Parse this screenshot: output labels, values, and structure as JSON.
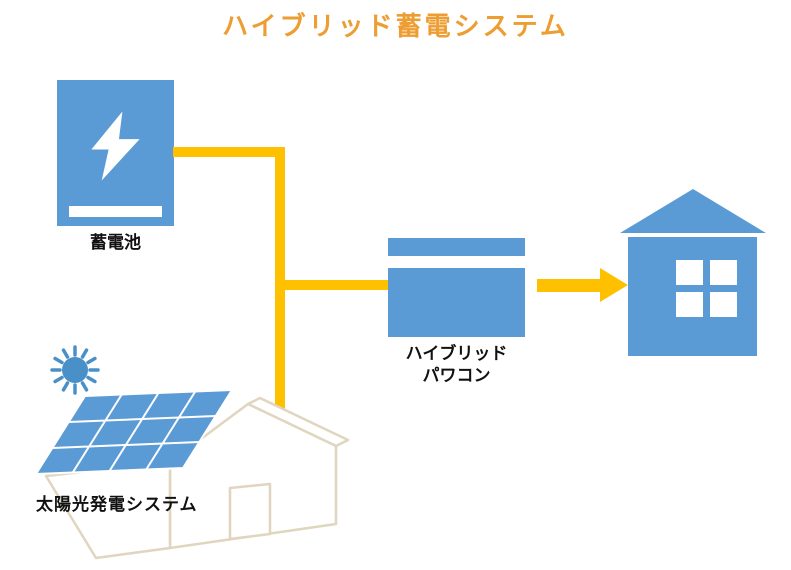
{
  "title": {
    "text": "ハイブリッド蓄電システム"
  },
  "diagram": {
    "battery": {
      "label": "蓄電池",
      "icon": "lightning-bolt"
    },
    "solar_system": {
      "label": "太陽光発電システム",
      "icons": [
        "sun",
        "solar-panel",
        "house-wireframe"
      ]
    },
    "power_conditioner": {
      "label_line1": "ハイブリッド",
      "label_line2": "パワコン"
    },
    "house": {
      "icon": "house"
    },
    "flow": {
      "connectors": [
        "battery-to-bus",
        "bus-vertical",
        "solar-to-bus",
        "bus-to-power-conditioner",
        "power-conditioner-to-house-arrow"
      ]
    }
  },
  "colors": {
    "title_orange": "#ED9D31",
    "device_blue": "#5B9BD5",
    "connector_yellow": "#FFC000",
    "house_outline_tan": "#E0D5BF",
    "sun_blue": "#4A90C8"
  }
}
